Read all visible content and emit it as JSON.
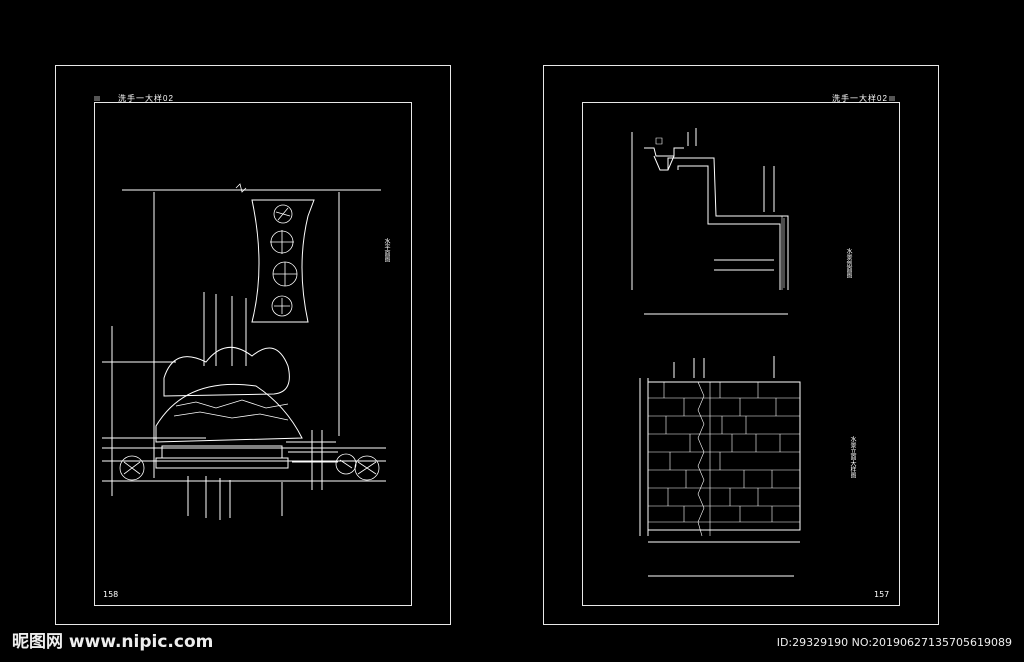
{
  "sheets": [
    {
      "title": "洗手一大样02",
      "page_number": "158",
      "drawing_label": "水平面图"
    },
    {
      "title": "洗手一大样02",
      "page_number": "157",
      "section_label_1": "水景剖面图",
      "section_label_2": "水景立面大样图"
    }
  ],
  "watermark": {
    "left": "昵图网 www.nipic.com",
    "right": "ID:29329190 NO:20190627135705619089"
  }
}
